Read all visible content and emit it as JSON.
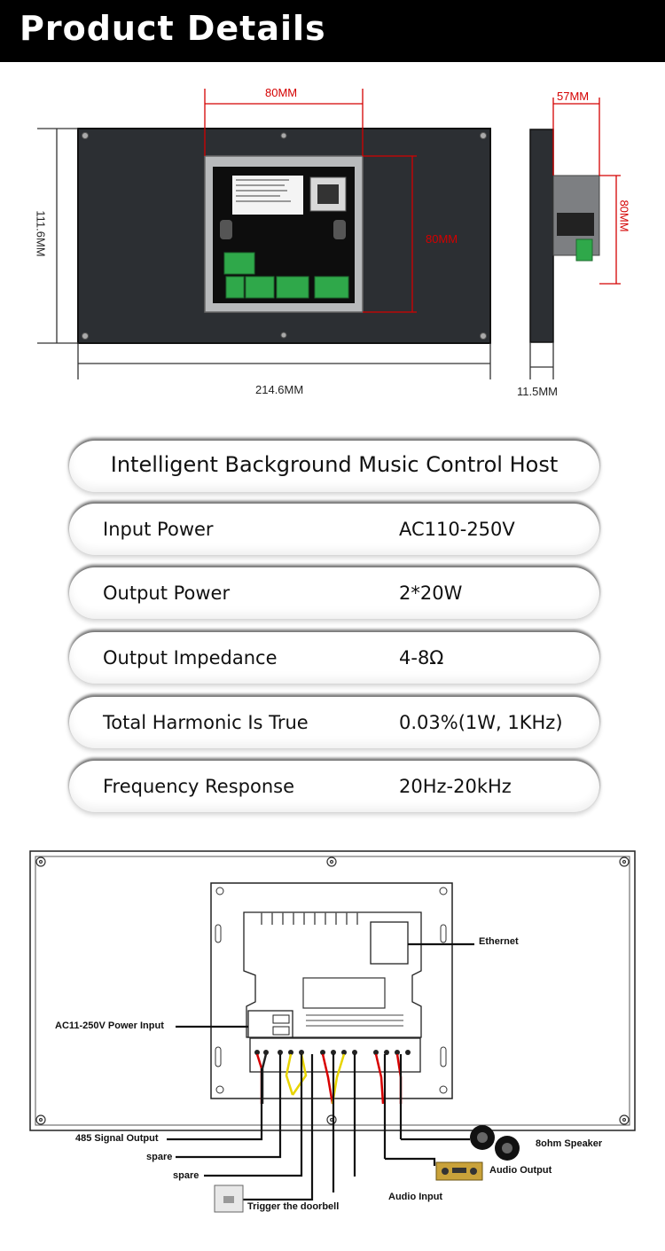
{
  "header": {
    "title": "Product Details"
  },
  "dimensions": {
    "front_width": "214.6MM",
    "front_height": "111.6MM",
    "module_width": "80MM",
    "module_height": "80MM",
    "side_depth": "57MM",
    "side_height": "80MM",
    "side_thickness": "11.5MM"
  },
  "specs": {
    "title": "Intelligent Background Music Control Host",
    "rows": [
      {
        "name": "Input Power",
        "value": "AC110-250V"
      },
      {
        "name": "Output Power",
        "value": "2*20W"
      },
      {
        "name": "Output Impedance",
        "value": "4-8Ω"
      },
      {
        "name": "Total Harmonic Is True",
        "value": "0.03%(1W, 1KHz)"
      },
      {
        "name": "Frequency Response",
        "value": "20Hz-20kHz"
      }
    ]
  },
  "wiring": {
    "ethernet": "Ethernet",
    "power_input": "AC11-250V Power Input",
    "signal_485": "485 Signal Output",
    "spare_1": "spare",
    "spare_2": "spare",
    "doorbell": "Trigger the doorbell",
    "audio_input": "Audio Input",
    "audio_output": "Audio Output",
    "speaker": "8ohm Speaker"
  },
  "colors": {
    "header_bg": "#000000",
    "dimension_red": "#d40000",
    "terminal_green": "#2fa84a"
  }
}
